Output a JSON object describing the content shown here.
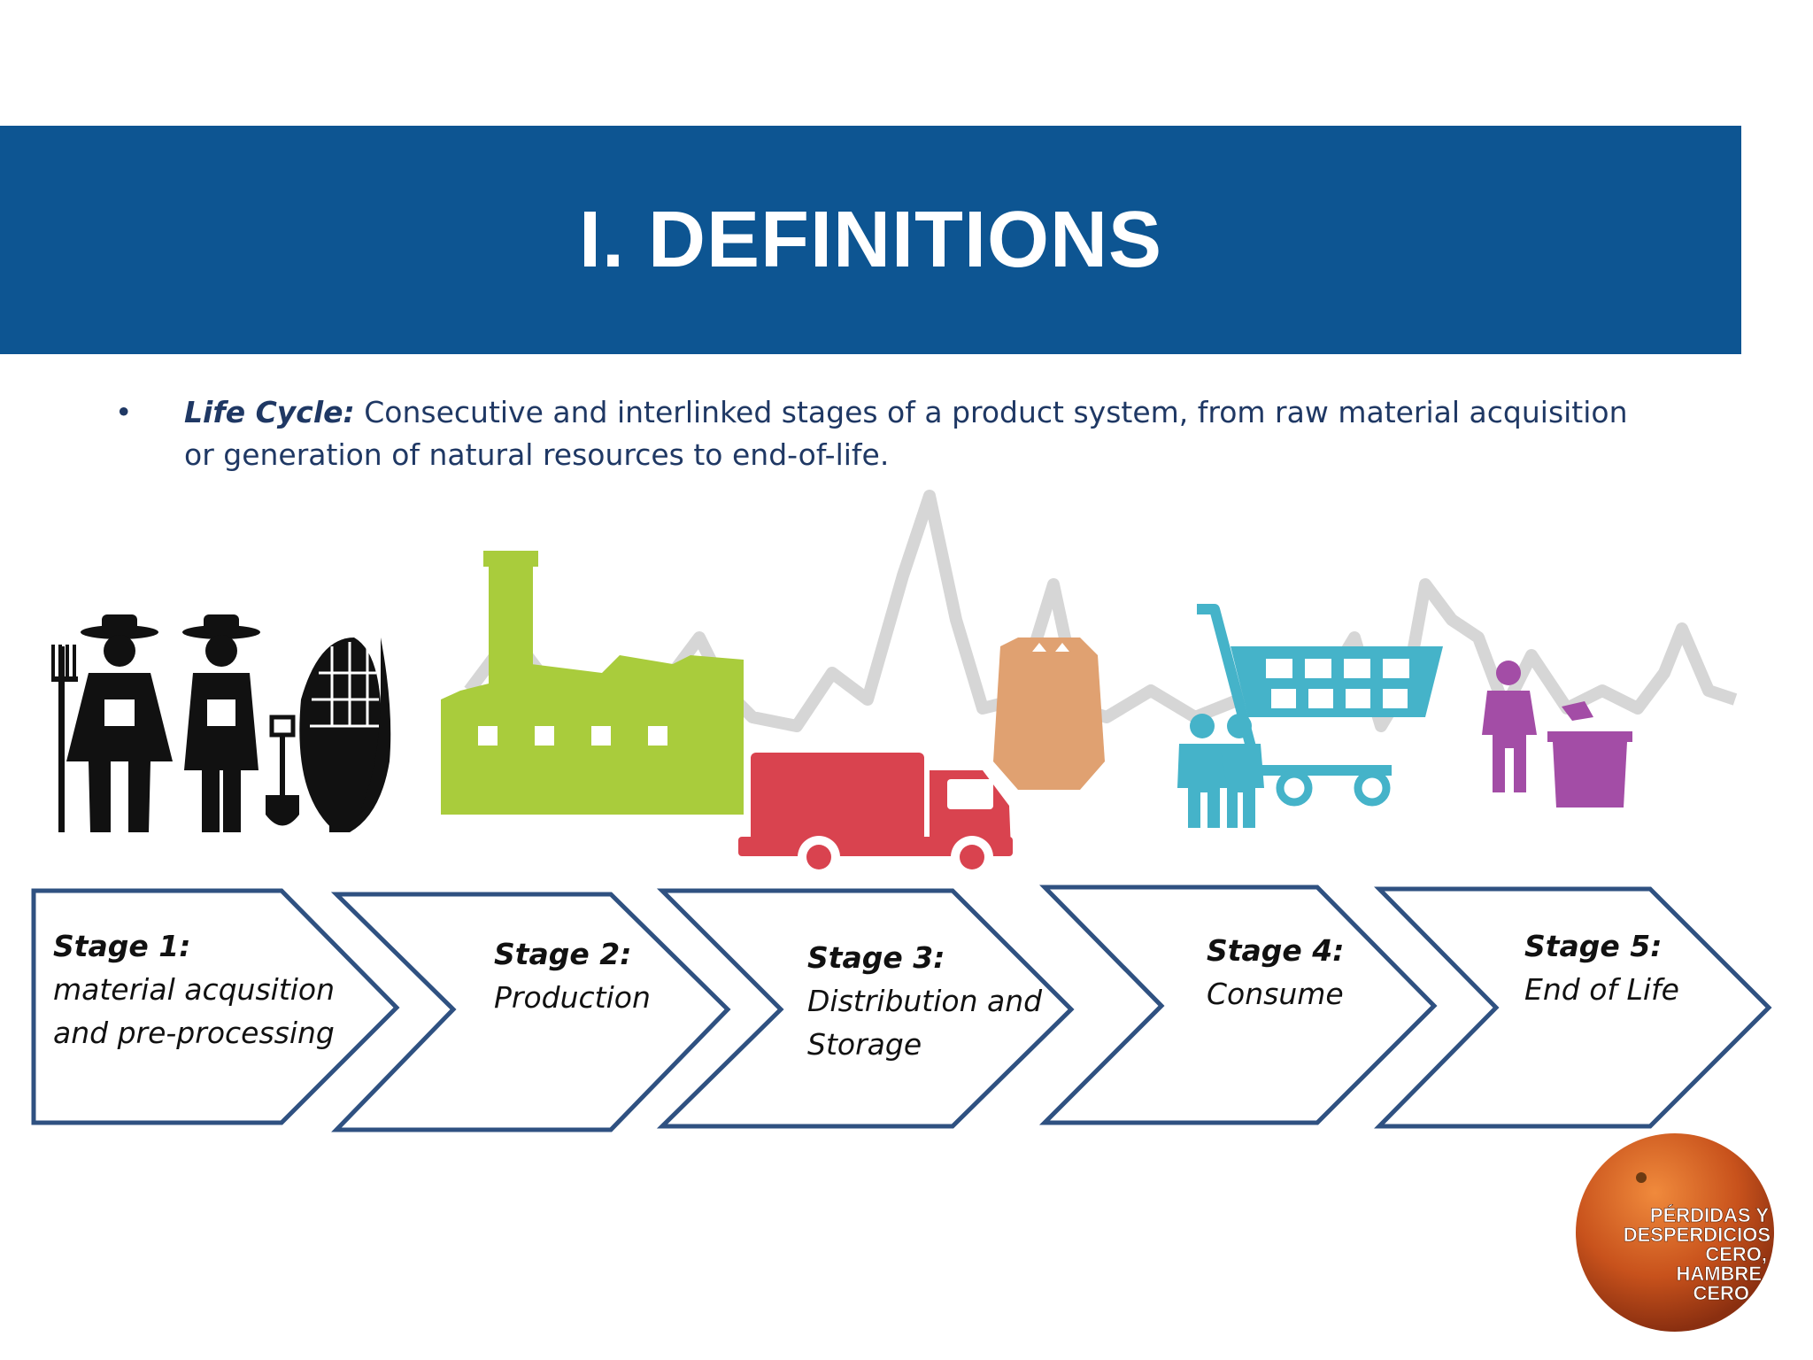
{
  "header": {
    "title": "I. DEFINITIONS"
  },
  "definition": {
    "bullet": "•",
    "term": "Life Cycle:",
    "text": "Consecutive and interlinked stages of a product system, from raw material acquisition or generation of natural resources to end-of-life."
  },
  "illustration": {
    "icons": [
      "farmer-icon",
      "shovel-icon",
      "corn-icon",
      "factory-icon",
      "delivery-truck-icon",
      "package-bag-icon",
      "shopping-cart-icon",
      "family-icon",
      "person-waste-bin-icon"
    ]
  },
  "stages": [
    {
      "heading": "Stage 1:",
      "lines": [
        "material acqusition",
        "and pre-processing"
      ]
    },
    {
      "heading": "Stage 2:",
      "lines": [
        "Production"
      ]
    },
    {
      "heading": "Stage 3:",
      "lines": [
        "Distribution and",
        "Storage"
      ]
    },
    {
      "heading": "Stage 4:",
      "lines": [
        "Consume"
      ]
    },
    {
      "heading": "Stage 5:",
      "lines": [
        "End of Life"
      ]
    }
  ],
  "colors": {
    "header_bg": "#0d5592",
    "text": "#1f3864",
    "arrow_stroke": "#2f5181",
    "production": "#a9cc3c",
    "distribution": "#d9434f",
    "package": "#e0a171",
    "consume": "#45b3c9",
    "end_of_life": "#a34da6"
  },
  "logo": {
    "lines": [
      "PÉRDIDAS Y",
      "DESPERDICIOS",
      "CERO,",
      "HAMBRE",
      "CERO"
    ]
  }
}
